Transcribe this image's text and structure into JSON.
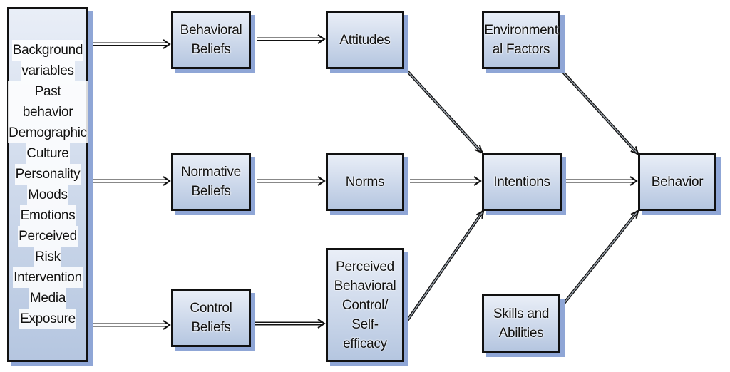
{
  "background_box": {
    "lines": [
      "Background",
      "variables",
      "Past behavior",
      "Demographic",
      "Culture",
      "Personality",
      "Moods",
      "Emotions",
      "Perceived",
      "Risk",
      "Intervention",
      "Media",
      "Exposure"
    ]
  },
  "beliefs": {
    "behavioral": [
      "Behavioral",
      "Beliefs"
    ],
    "normative": [
      "Normative",
      "Beliefs"
    ],
    "control": [
      "Control",
      "Beliefs"
    ]
  },
  "constructs": {
    "attitudes": [
      "Attitudes"
    ],
    "norms": [
      "Norms"
    ],
    "pbc": [
      "Perceived",
      "Behavioral",
      "Control/",
      "Self-",
      "efficacy"
    ]
  },
  "intentions": [
    "Intentions"
  ],
  "environmental": [
    "Environment",
    "al Factors"
  ],
  "skills": [
    "Skills and",
    "Abilities"
  ],
  "behavior": [
    "Behavior"
  ],
  "colors": {
    "box_top": "#e9eef7",
    "box_bottom": "#b5c6e0",
    "shadow": "#8fa6d6",
    "border": "#111111",
    "arrow": "#111111"
  }
}
